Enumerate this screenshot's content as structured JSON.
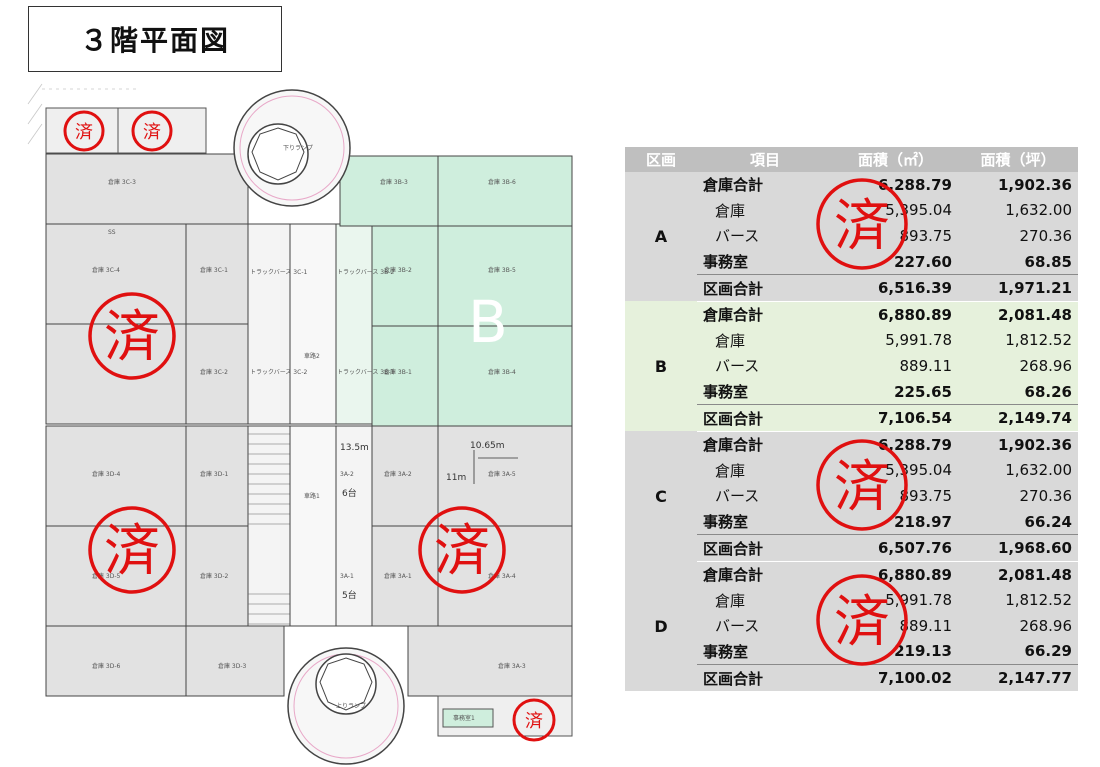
{
  "title": "３階平面図",
  "plan": {
    "zone_label": "B",
    "stamp_char": "済",
    "rooms": {
      "c3": "倉庫 3C-3",
      "c4": "倉庫 3C-4",
      "c1": "倉庫 3C-1",
      "c2": "倉庫 3C-2",
      "b3": "倉庫 3B-3",
      "b6": "倉庫 3B-6",
      "b2": "倉庫 3B-2",
      "b5": "倉庫 3B-5",
      "b1": "倉庫 3B-1",
      "b4": "倉庫 3B-4",
      "d4": "倉庫 3D-4",
      "d1": "倉庫 3D-1",
      "d5": "倉庫 3D-5",
      "d2": "倉庫 3D-2",
      "d6": "倉庫 3D-6",
      "d3": "倉庫 3D-3",
      "a2": "倉庫 3A-2",
      "a5": "倉庫 3A-5",
      "a1": "倉庫 3A-1",
      "a4": "倉庫 3A-4",
      "a3": "倉庫 3A-3",
      "truck_c1": "トラックバース 3C-1",
      "truck_c2": "トラックバース 3C-2",
      "truck_b2": "トラックバース 3B-2",
      "truck_b1": "トラックバース 3B-1",
      "road2": "車路2",
      "road1": "車路1",
      "ramp_down": "下りランプ",
      "ramp_up": "上りランプ",
      "office1": "事務室1",
      "a2_sub": "3A-2",
      "a1_sub": "3A-1",
      "ss": "SS"
    },
    "dims": {
      "w1": "13.5m",
      "w2": "10.65m",
      "h1": "11m",
      "n1": "6台",
      "n2": "5台"
    }
  },
  "table": {
    "headers": [
      "区画",
      "項目",
      "面積（㎡）",
      "面積（坪）"
    ],
    "zones": [
      {
        "zone": "A",
        "rows": [
          {
            "item": "倉庫合計",
            "m2": "6,288.79",
            "tsubo": "1,902.36"
          },
          {
            "item": "倉庫",
            "m2": "5,395.04",
            "tsubo": "1,632.00"
          },
          {
            "item": "バース",
            "m2": "893.75",
            "tsubo": "270.36"
          },
          {
            "item": "事務室",
            "m2": "227.60",
            "tsubo": "68.85"
          },
          {
            "item": "区画合計",
            "m2": "6,516.39",
            "tsubo": "1,971.21"
          }
        ]
      },
      {
        "zone": "B",
        "rows": [
          {
            "item": "倉庫合計",
            "m2": "6,880.89",
            "tsubo": "2,081.48"
          },
          {
            "item": "倉庫",
            "m2": "5,991.78",
            "tsubo": "1,812.52"
          },
          {
            "item": "バース",
            "m2": "889.11",
            "tsubo": "268.96"
          },
          {
            "item": "事務室",
            "m2": "225.65",
            "tsubo": "68.26"
          },
          {
            "item": "区画合計",
            "m2": "7,106.54",
            "tsubo": "2,149.74"
          }
        ]
      },
      {
        "zone": "C",
        "rows": [
          {
            "item": "倉庫合計",
            "m2": "6,288.79",
            "tsubo": "1,902.36"
          },
          {
            "item": "倉庫",
            "m2": "5,395.04",
            "tsubo": "1,632.00"
          },
          {
            "item": "バース",
            "m2": "893.75",
            "tsubo": "270.36"
          },
          {
            "item": "事務室",
            "m2": "218.97",
            "tsubo": "66.24"
          },
          {
            "item": "区画合計",
            "m2": "6,507.76",
            "tsubo": "1,968.60"
          }
        ]
      },
      {
        "zone": "D",
        "rows": [
          {
            "item": "倉庫合計",
            "m2": "6,880.89",
            "tsubo": "2,081.48"
          },
          {
            "item": "倉庫",
            "m2": "5,991.78",
            "tsubo": "1,812.52"
          },
          {
            "item": "バース",
            "m2": "889.11",
            "tsubo": "268.96"
          },
          {
            "item": "事務室",
            "m2": "219.13",
            "tsubo": "66.29"
          },
          {
            "item": "区画合計",
            "m2": "7,100.02",
            "tsubo": "2,147.77"
          }
        ]
      }
    ]
  },
  "colors": {
    "stamp": "#e01010",
    "zone_b_fill": "#cfeedd",
    "room_fill": "#e2e2e2",
    "header_bg": "#bfbfbf",
    "table_gray": "#d9d9d9",
    "table_green": "#e6f1dc"
  }
}
